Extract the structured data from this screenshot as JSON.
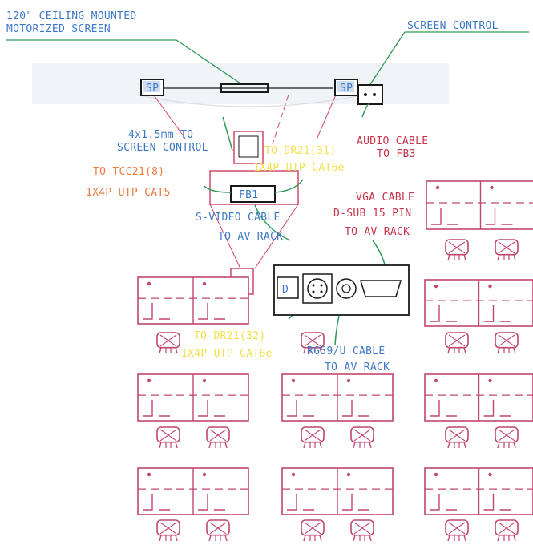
{
  "labels": {
    "title_line1": "120\" CEILING MOUNTED",
    "title_line2": "MOTORIZED SCREEN",
    "screen_control": "SCREEN CONTROL",
    "sp_left": "SP",
    "sp_right": "SP",
    "cable_4x15_l1": "4x1.5mm TO",
    "cable_4x15_l2": "SCREEN CONTROL",
    "audio_l1": "AUDIO CABLE",
    "audio_l2": "TO FB3",
    "tcc_l1": "TO TCC21(8)",
    "tcc_l2": "1X4P UTP CAT5",
    "dr31_l1": "TO DR21(31)",
    "dr31_l2": "1X4P UTP CAT6e",
    "fb1": "FB1",
    "svideo_l1": "S-VIDEO CABLE",
    "svideo_l2": "TO AV RACK",
    "vga_l1": "VGA CABLE",
    "vga_l2": "D-SUB 15 PIN",
    "vga_l3": "TO AV RACK",
    "plate_d": "D",
    "dr32_l1": "TO DR21(32)",
    "dr32_l2": "1X4P UTP CAT6e",
    "rg59_l1": "RG59/U CABLE",
    "rg59_l2": "TO AV RACK"
  },
  "colors": {
    "blue": "#3d79c6",
    "orange": "#ef7a42",
    "red_line": "#c7344a",
    "magenta": "#c2466e",
    "yellow": "#f4e04d",
    "green": "#2e9a56",
    "dark": "#1a1a1a"
  },
  "icons": {
    "seat": "chair-icon",
    "desk": "desk-pair-icon",
    "speaker": "speaker-icon"
  }
}
